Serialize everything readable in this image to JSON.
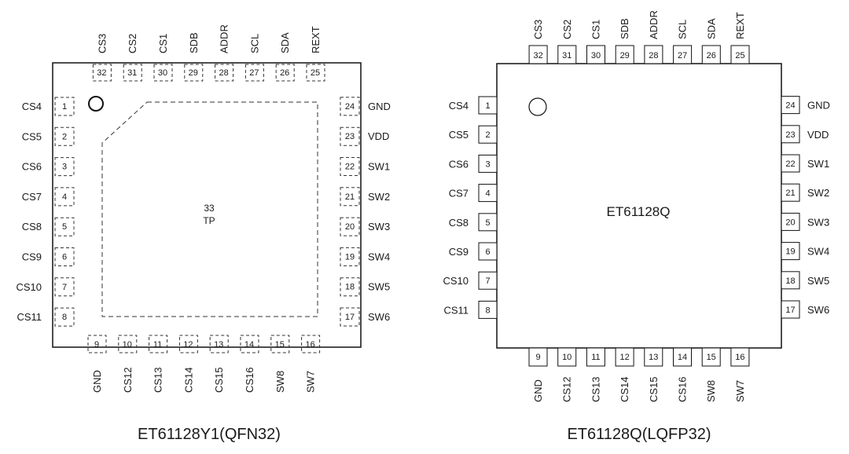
{
  "pin_names": {
    "1": "CS4",
    "2": "CS5",
    "3": "CS6",
    "4": "CS7",
    "5": "CS8",
    "6": "CS9",
    "7": "CS10",
    "8": "CS11",
    "9": "GND",
    "10": "CS12",
    "11": "CS13",
    "12": "CS14",
    "13": "CS15",
    "14": "CS16",
    "15": "SW8",
    "16": "SW7",
    "17": "SW6",
    "18": "SW5",
    "19": "SW4",
    "20": "SW3",
    "21": "SW2",
    "22": "SW1",
    "23": "VDD",
    "24": "GND",
    "25": "REXT",
    "26": "SDA",
    "27": "SCL",
    "28": "ADDR",
    "29": "SDB",
    "30": "CS1",
    "31": "CS2",
    "32": "CS3"
  },
  "qfn": {
    "caption": "ET61128Y1(QFN32)",
    "thermal_pad_number": "33",
    "thermal_pad_label": "TP"
  },
  "lqfp": {
    "caption": "ET61128Q(LQFP32)",
    "part_name": "ET61128Q"
  }
}
